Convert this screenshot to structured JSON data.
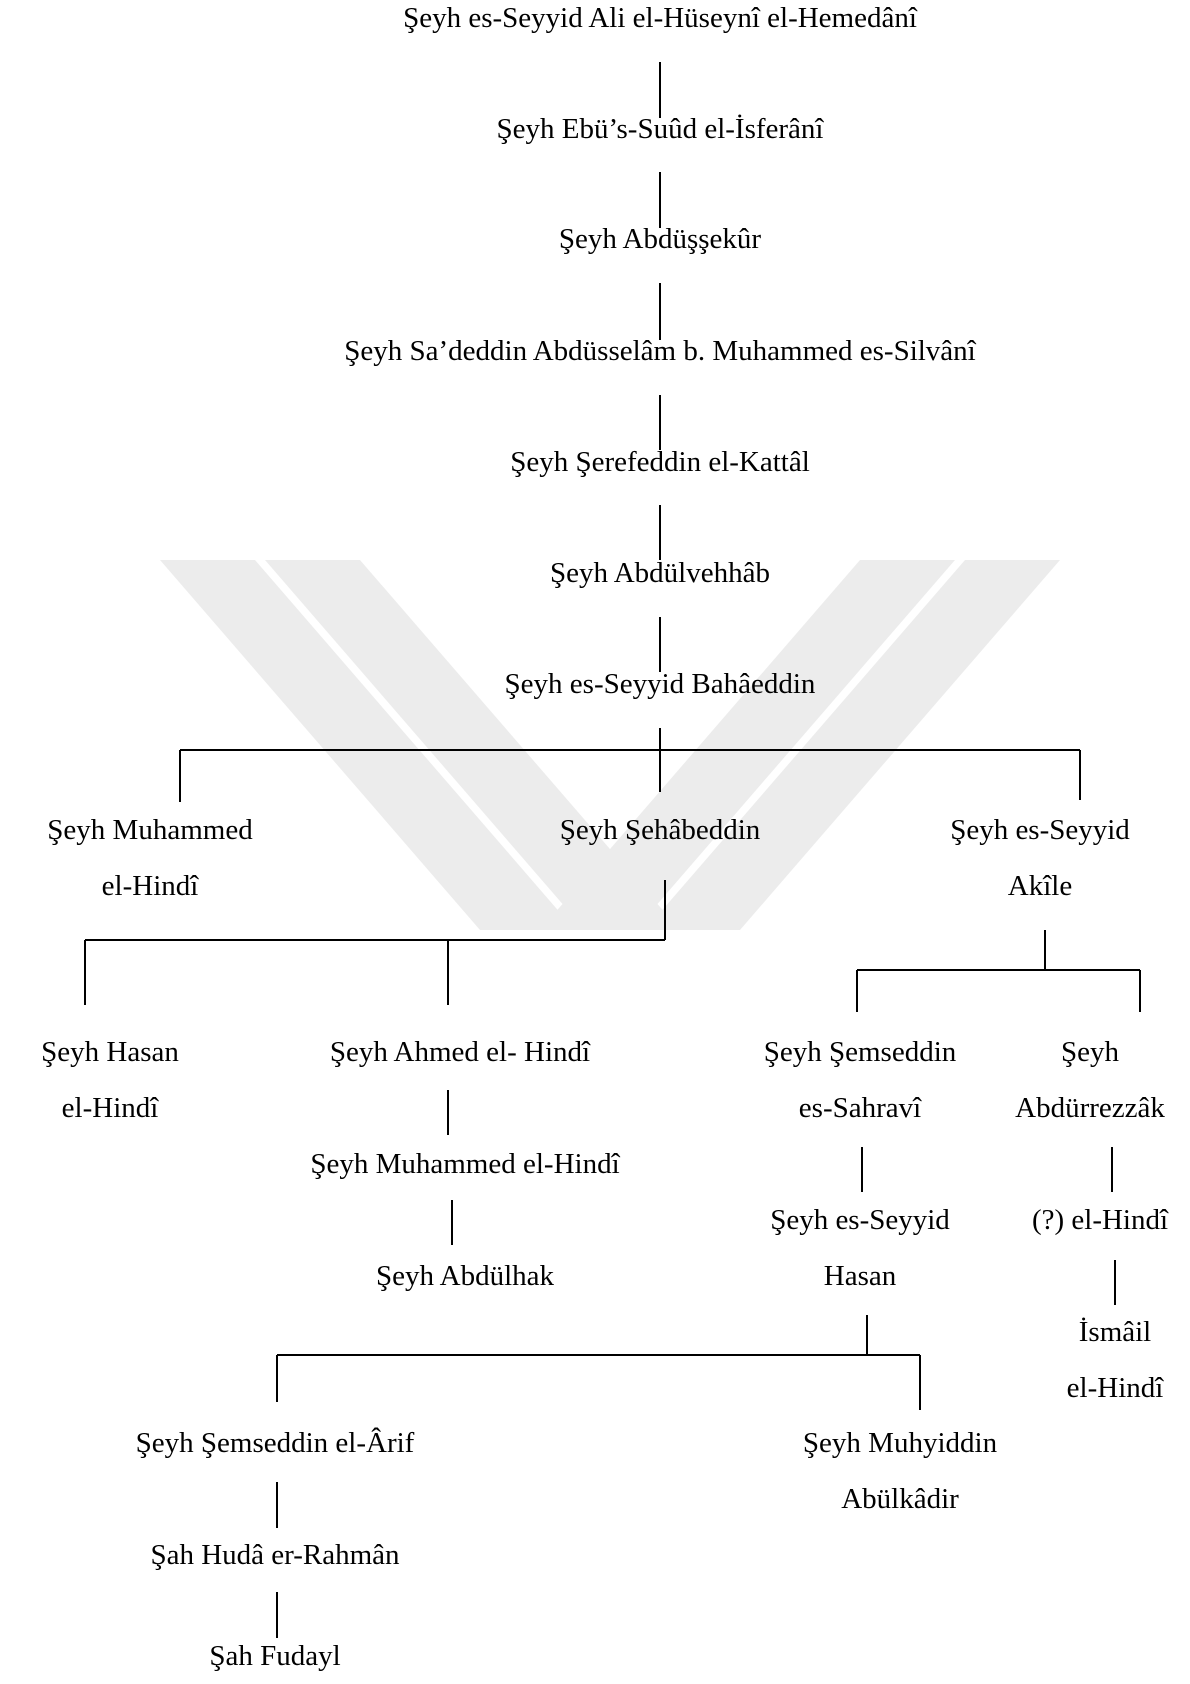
{
  "watermark_color": "#ececec",
  "line_color": "#000000",
  "nodes": {
    "ali_hemedani": [
      "Şeyh es-Seyyid Ali el-Hüseynî el-Hemedânî"
    ],
    "ebussuud": [
      "Şeyh Ebü’s-Suûd el-İsferânî"
    ],
    "abdussekur": [
      "Şeyh Abdüşşekûr"
    ],
    "saddeddin": [
      "Şeyh Sa’deddin Abdüsselâm b. Muhammed es-Silvânî"
    ],
    "serefeddin": [
      "Şeyh Şerefeddin el-Kattâl"
    ],
    "abdulvehhab": [
      "Şeyh Abdülvehhâb"
    ],
    "bahaeddin": [
      "Şeyh es-Seyyid Bahâeddin"
    ],
    "muhammed_hindi_1": [
      "Şeyh Muhammed",
      "el-Hindî"
    ],
    "sehabeddin": [
      "Şeyh Şehâbeddin"
    ],
    "akile": [
      "Şeyh es-Seyyid",
      "Akîle"
    ],
    "hasan_hindi": [
      "Şeyh Hasan",
      "el-Hindî"
    ],
    "ahmed_hindi": [
      "Şeyh Ahmed el- Hindî"
    ],
    "muhammed_hindi_2": [
      "Şeyh Muhammed el-Hindî"
    ],
    "abdulhak": [
      "Şeyh Abdülhak"
    ],
    "semseddin_sahravi": [
      "Şeyh Şemseddin",
      "es-Sahravî"
    ],
    "abdurrezzak": [
      "Şeyh",
      "Abdürrezzâk"
    ],
    "seyyid_hasan": [
      "Şeyh es-Seyyid",
      "Hasan"
    ],
    "unknown_hindi": [
      "(?) el-Hindî"
    ],
    "ismail_hindi": [
      "İsmâil",
      "el-Hindî"
    ],
    "semseddin_arif": [
      "Şeyh Şemseddin el-Ârif"
    ],
    "muhyiddin": [
      "Şeyh Muhyiddin",
      "Abülkâdir"
    ],
    "huda_rahman": [
      "Şah Hudâ er-Rahmân"
    ],
    "fudayl": [
      "Şah Fudayl"
    ]
  }
}
